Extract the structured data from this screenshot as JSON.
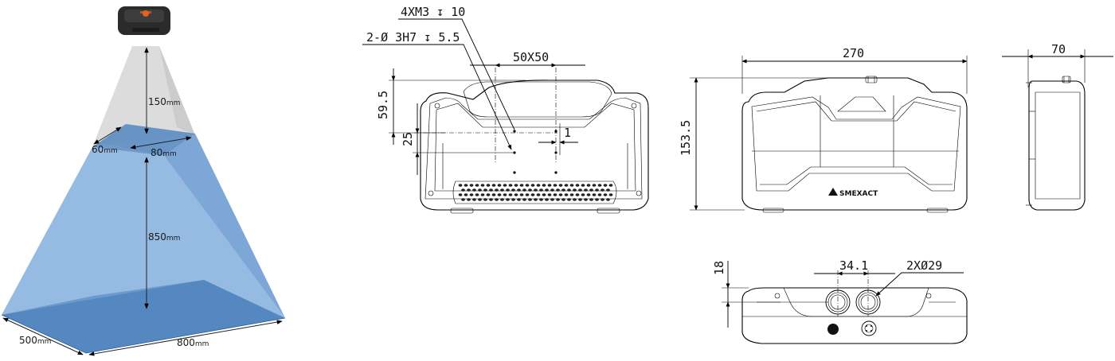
{
  "fov": {
    "near_depth": "150",
    "near_width": "80",
    "near_height": "60",
    "far_depth": "850",
    "far_width": "800",
    "far_height": "500",
    "unit": "mm"
  },
  "front_view": {
    "tapped_holes": "4XM3",
    "tapped_depth": "10",
    "pin_holes": "2-",
    "pin_spec": "3H7",
    "pin_depth": "5.5",
    "hole_pattern": "50X50",
    "offset_top": "59.5",
    "offset_side": "25",
    "gap": "1"
  },
  "main_view": {
    "width": "270",
    "height": "153.5",
    "logo_text": "SMEXACT"
  },
  "side_view": {
    "depth": "70"
  },
  "top_view": {
    "edge": "18",
    "spacing": "34.1",
    "holes": "2X",
    "hole_dia": "29"
  },
  "colors": {
    "fov_top": "#d6d6d6",
    "fov_blue": "#8ab4df",
    "fov_blue_dark": "#5f8fc4",
    "sensor_body": "#2b2b2b",
    "sensor_accent": "#e2641c"
  }
}
